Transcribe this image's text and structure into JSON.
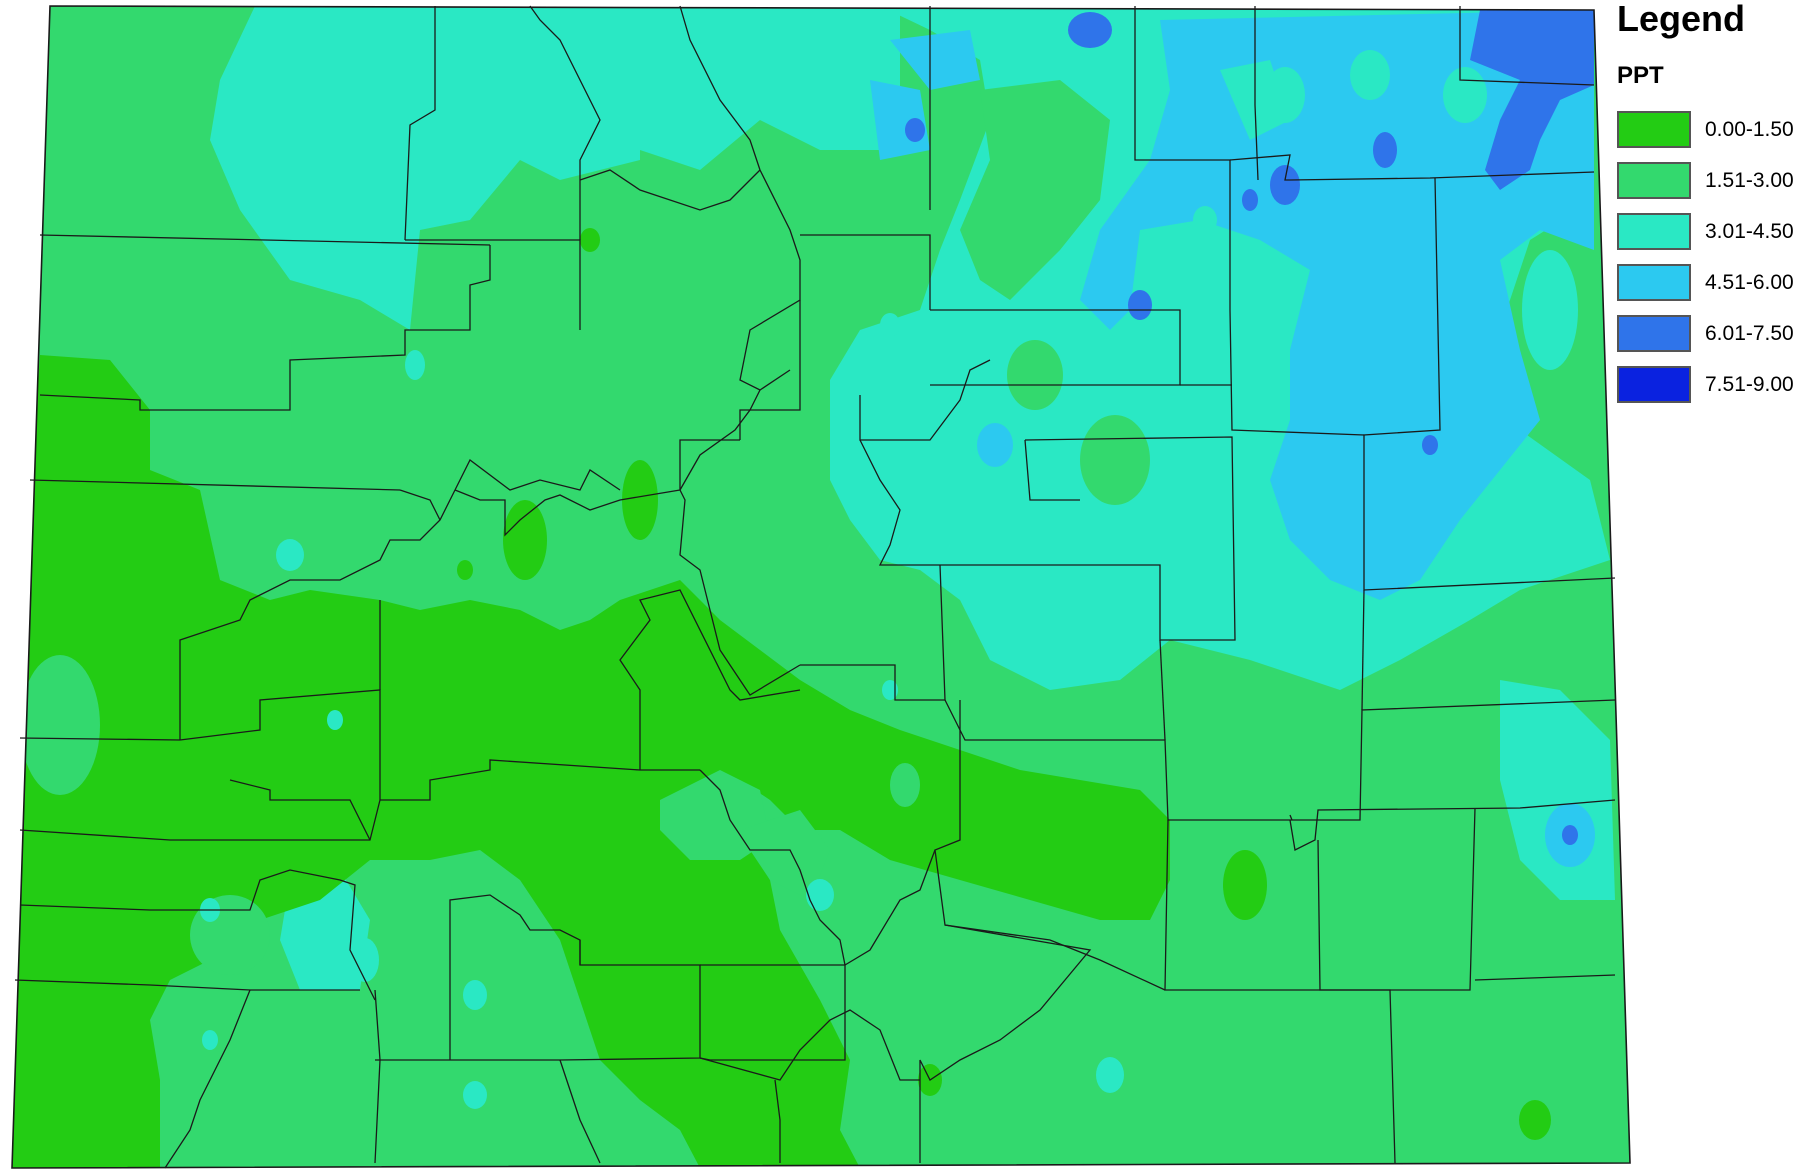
{
  "legend": {
    "title": "Legend",
    "subtitle": "PPT",
    "items": [
      {
        "label": "0.00-1.50",
        "color": "#23cc14"
      },
      {
        "label": "1.51-3.00",
        "color": "#33d96e"
      },
      {
        "label": "3.01-4.50",
        "color": "#2ae8c4"
      },
      {
        "label": "4.51-6.00",
        "color": "#2cc9f0"
      },
      {
        "label": "6.01-7.50",
        "color": "#2f74ea"
      },
      {
        "label": "7.51-9.00",
        "color": "#0a22e0"
      }
    ]
  }
}
